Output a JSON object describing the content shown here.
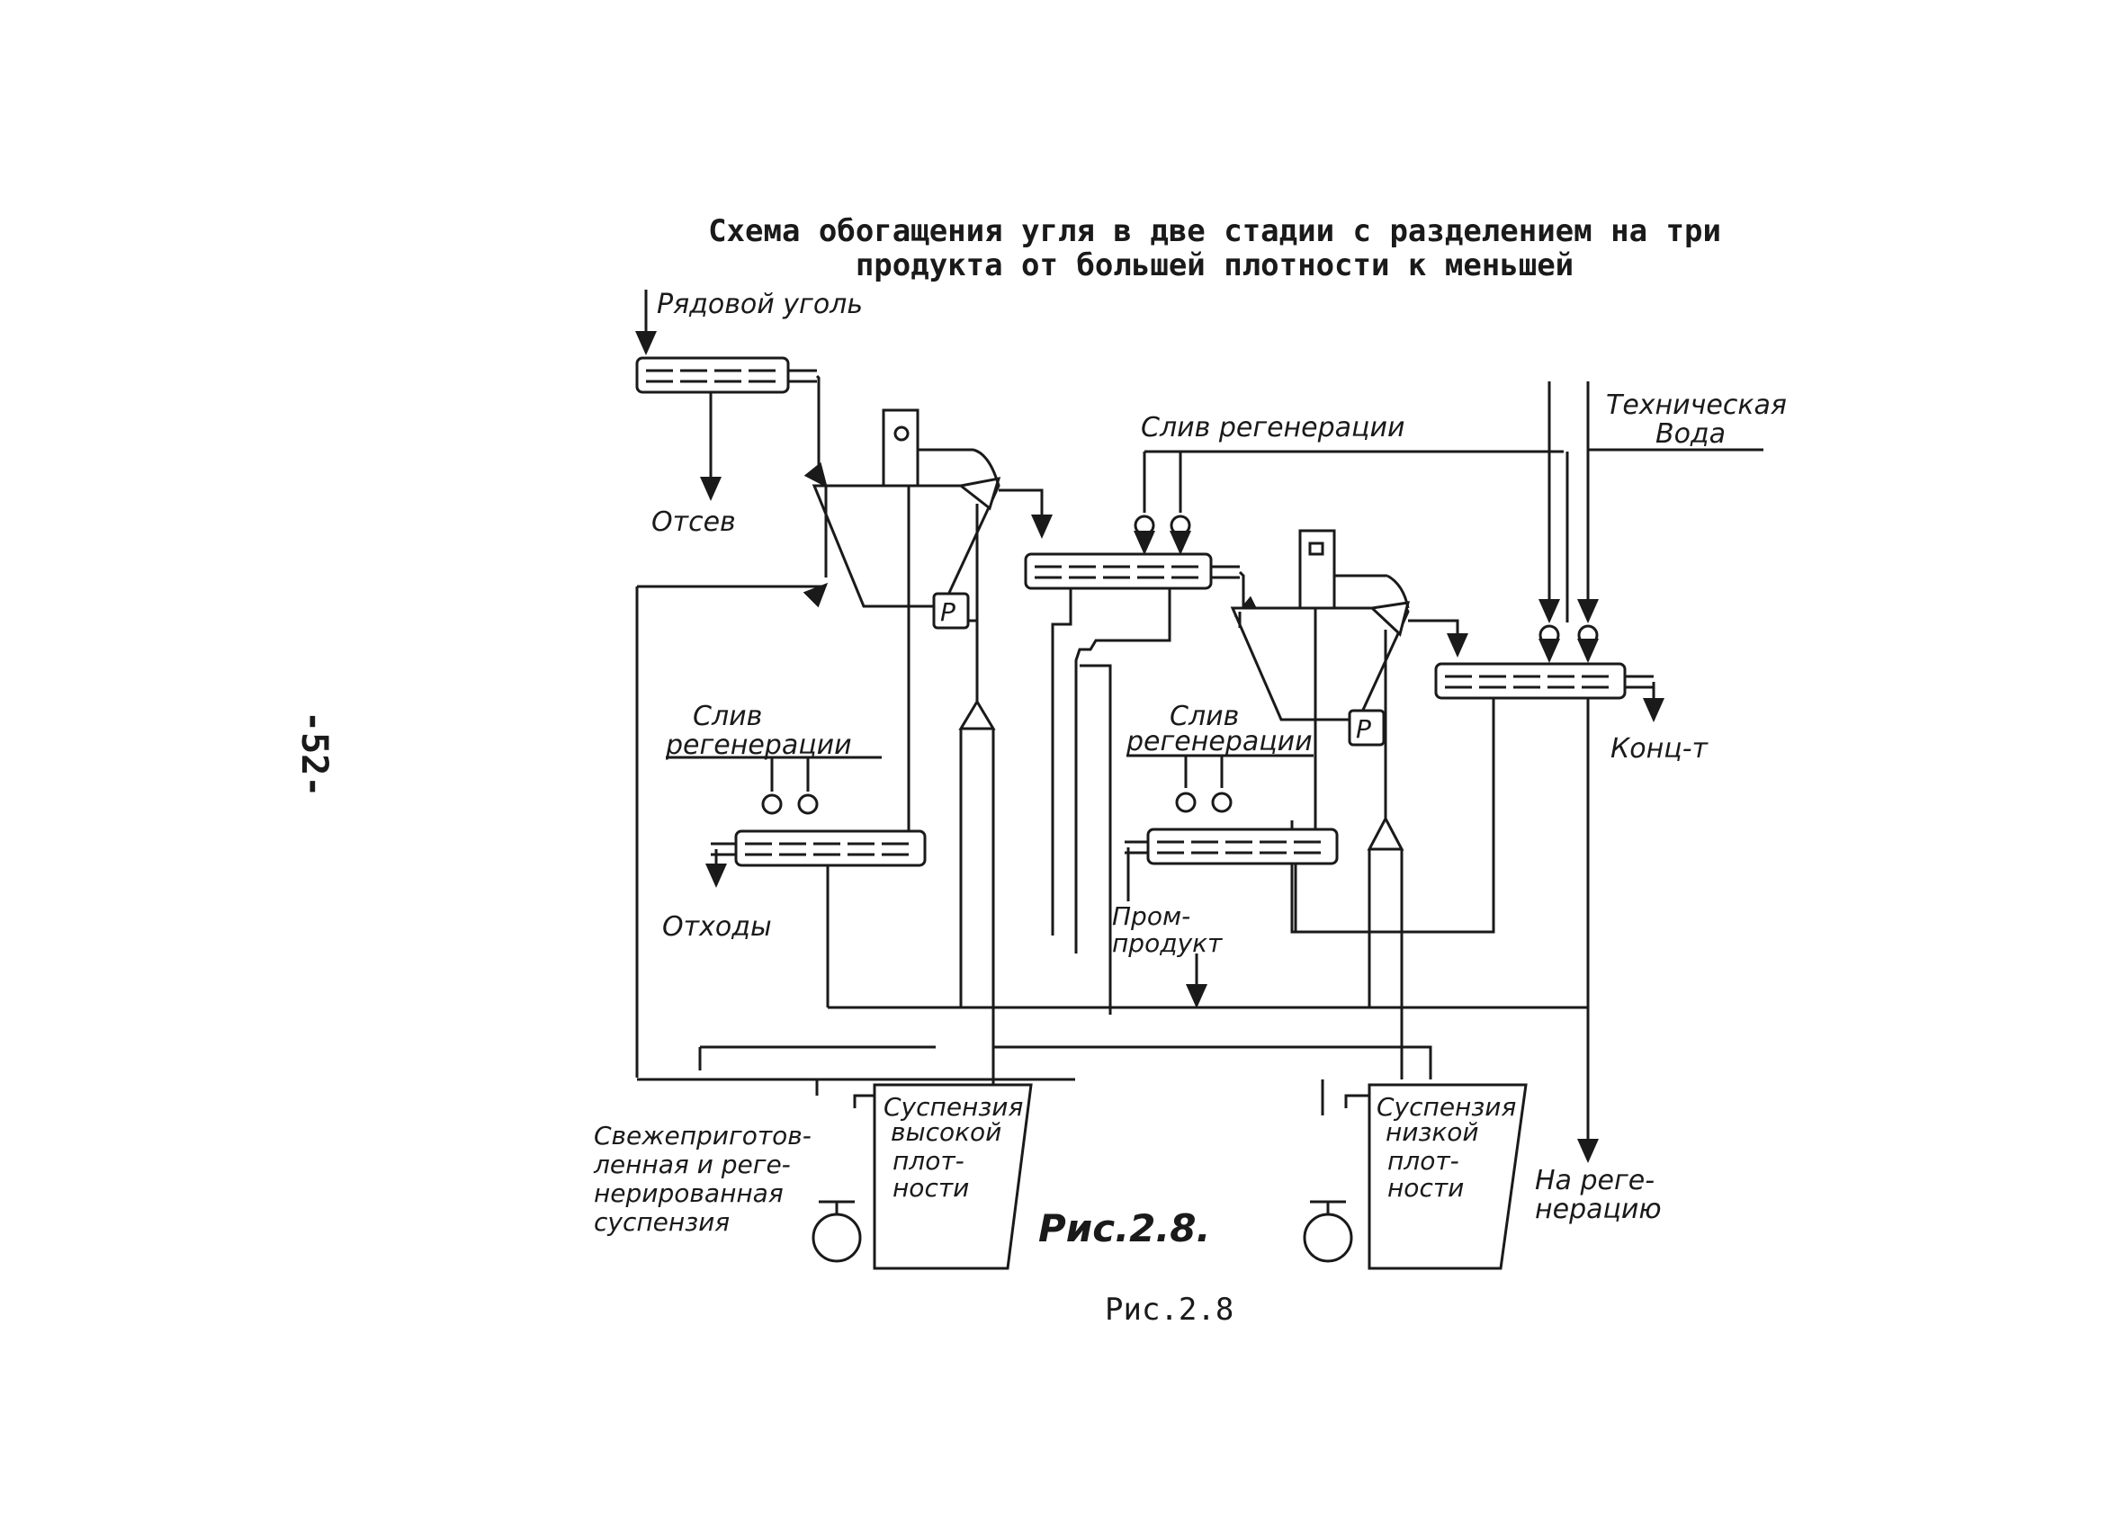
{
  "page_number": "-52-",
  "title_line1": "Схема обогащения угля в две стадии с разделением на три",
  "title_line2": "продукта от большей плотности к меньшей",
  "caption": "Рис.2.8",
  "labels": {
    "raw_coal": "Рядовой уголь",
    "screenings": "Отсев",
    "regen_drain_top": "Слив регенерации",
    "technical_water_1": "Техническая",
    "technical_water_2": "Вода",
    "regen_drain_left_1": "Слив",
    "regen_drain_left_2": "регенерации",
    "regen_drain_mid_1": "Слив",
    "regen_drain_mid_2": "регенерации",
    "concentrate": "Конц-т",
    "tailings": "Отходы",
    "middlings_1": "Пром-",
    "middlings_2": "продукт",
    "fresh_susp_1": "Свежеприготов-",
    "fresh_susp_2": "ленная и реге-",
    "fresh_susp_3": "нерированная",
    "fresh_susp_4": "суспензия",
    "tank_high_1": "Суспензия",
    "tank_high_2": "высокой",
    "tank_high_3": "плот-",
    "tank_high_4": "ности",
    "tank_low_1": "Суспензия",
    "tank_low_2": "низкой",
    "tank_low_3": "плот-",
    "tank_low_4": "ности",
    "to_regen_1": "На реге-",
    "to_regen_2": "нерацию",
    "figure_mark": "Рис.2.8.",
    "density_gauge": "P"
  }
}
